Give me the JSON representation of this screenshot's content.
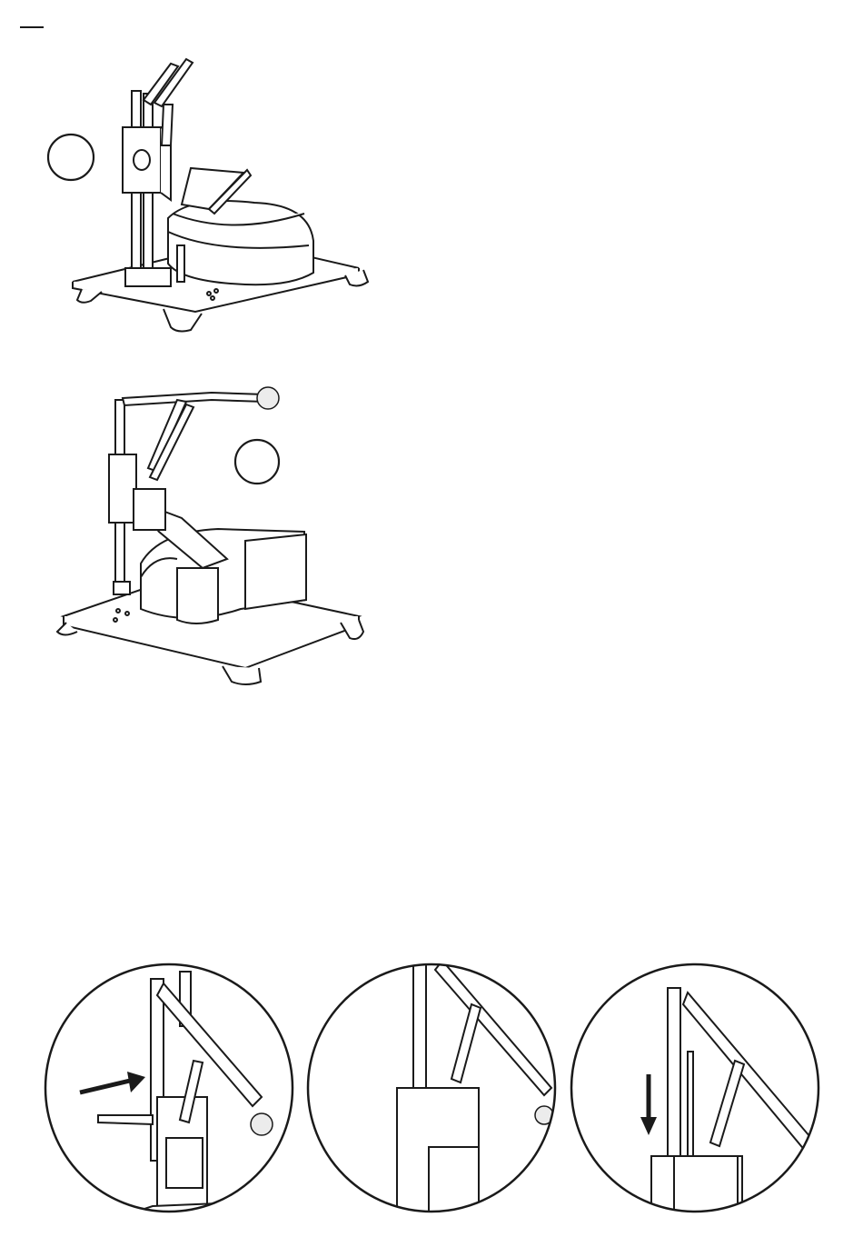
{
  "page": {
    "background": "#ffffff",
    "line_color": "#1a1a1a",
    "accent_gray": "#e6e6e6"
  },
  "figures": [
    {
      "id": "step-1",
      "description_icon": "step-marker-circle-empty"
    },
    {
      "id": "step-2",
      "description_icon": "step-marker-circle-empty"
    }
  ],
  "detail_views": [
    {
      "id": "detail-a",
      "arrow": "arrow-right-icon"
    },
    {
      "id": "detail-b",
      "arrow": ""
    },
    {
      "id": "detail-c",
      "arrow": "arrow-down-icon"
    }
  ]
}
